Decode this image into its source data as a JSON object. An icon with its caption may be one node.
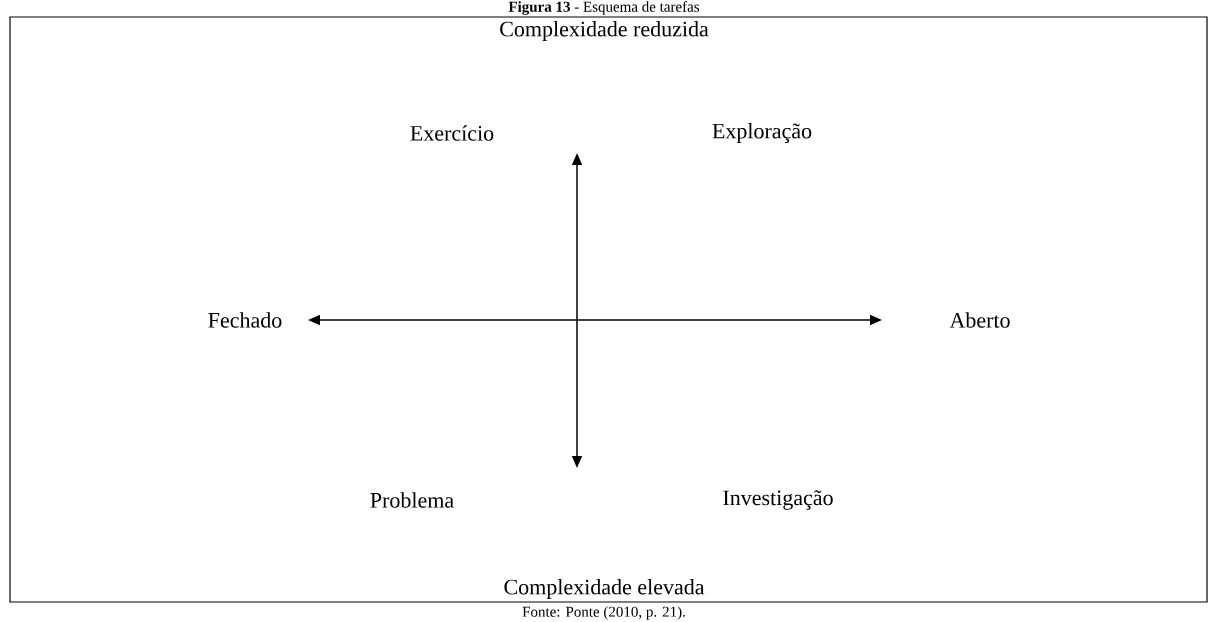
{
  "diagram": {
    "title": "**Figura 13** - Esquema de tarefas",
    "caption": "Fonte: Ponte (2010, p. 21).",
    "labels": [
      "Complexidade reduzida",
      "Exercício",
      "Exploração",
      "Fechado",
      "Aberto",
      "Problema",
      "Investigação",
      "Complexidade elevada"
    ]
  }
}
